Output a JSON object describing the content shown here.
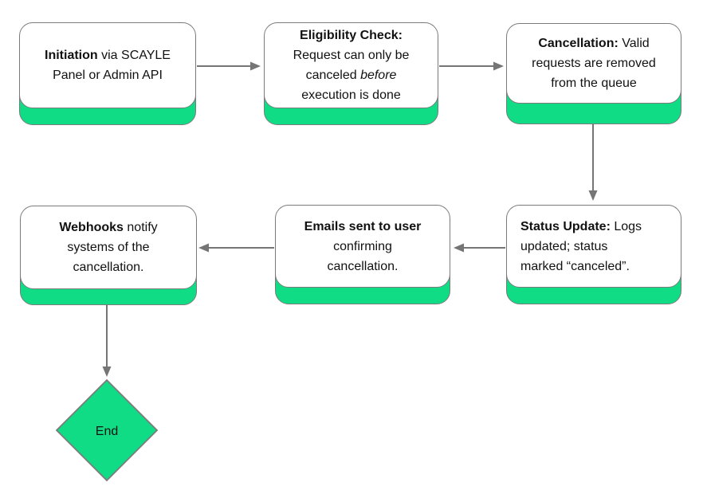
{
  "diagram": {
    "colors": {
      "background": "#ffffff",
      "node_fill": "#ffffff",
      "accent_green": "#10dc86",
      "border": "#7b7b7b",
      "arrow": "#757575",
      "text": "#111111"
    },
    "nodes": [
      {
        "id": "initiation",
        "lines": [
          [
            {
              "t": "Initiation",
              "b": true
            },
            {
              "t": " via SCAYLE"
            }
          ],
          [
            {
              "t": "Panel or Admin API"
            }
          ]
        ]
      },
      {
        "id": "eligibility-check",
        "lines": [
          [
            {
              "t": "Eligibility Check:",
              "b": true
            }
          ],
          [
            {
              "t": "Request can only be"
            }
          ],
          [
            {
              "t": "canceled "
            },
            {
              "t": "before",
              "i": true
            }
          ],
          [
            {
              "t": "execution is done"
            }
          ]
        ]
      },
      {
        "id": "cancellation",
        "lines": [
          [
            {
              "t": "Cancellation:",
              "b": true
            },
            {
              "t": " Valid"
            }
          ],
          [
            {
              "t": "requests are removed"
            }
          ],
          [
            {
              "t": "from the queue"
            }
          ]
        ]
      },
      {
        "id": "status-update",
        "lines": [
          [
            {
              "t": "Status Update:",
              "b": true
            },
            {
              "t": " Logs"
            }
          ],
          [
            {
              "t": "updated; status"
            }
          ],
          [
            {
              "t": "marked “canceled”."
            }
          ]
        ]
      },
      {
        "id": "emails",
        "lines": [
          [
            {
              "t": "Emails sent to user",
              "b": true
            }
          ],
          [
            {
              "t": "confirming"
            }
          ],
          [
            {
              "t": "cancellation."
            }
          ]
        ]
      },
      {
        "id": "webhooks",
        "lines": [
          [
            {
              "t": "Webhooks",
              "b": true
            },
            {
              "t": " notify"
            }
          ],
          [
            {
              "t": "systems of the"
            }
          ],
          [
            {
              "t": "cancellation."
            }
          ]
        ]
      }
    ],
    "edges": [
      {
        "from": "initiation",
        "to": "eligibility-check"
      },
      {
        "from": "eligibility-check",
        "to": "cancellation"
      },
      {
        "from": "cancellation",
        "to": "status-update"
      },
      {
        "from": "status-update",
        "to": "emails"
      },
      {
        "from": "emails",
        "to": "webhooks"
      },
      {
        "from": "webhooks",
        "to": "end"
      }
    ],
    "end_label": "End"
  }
}
